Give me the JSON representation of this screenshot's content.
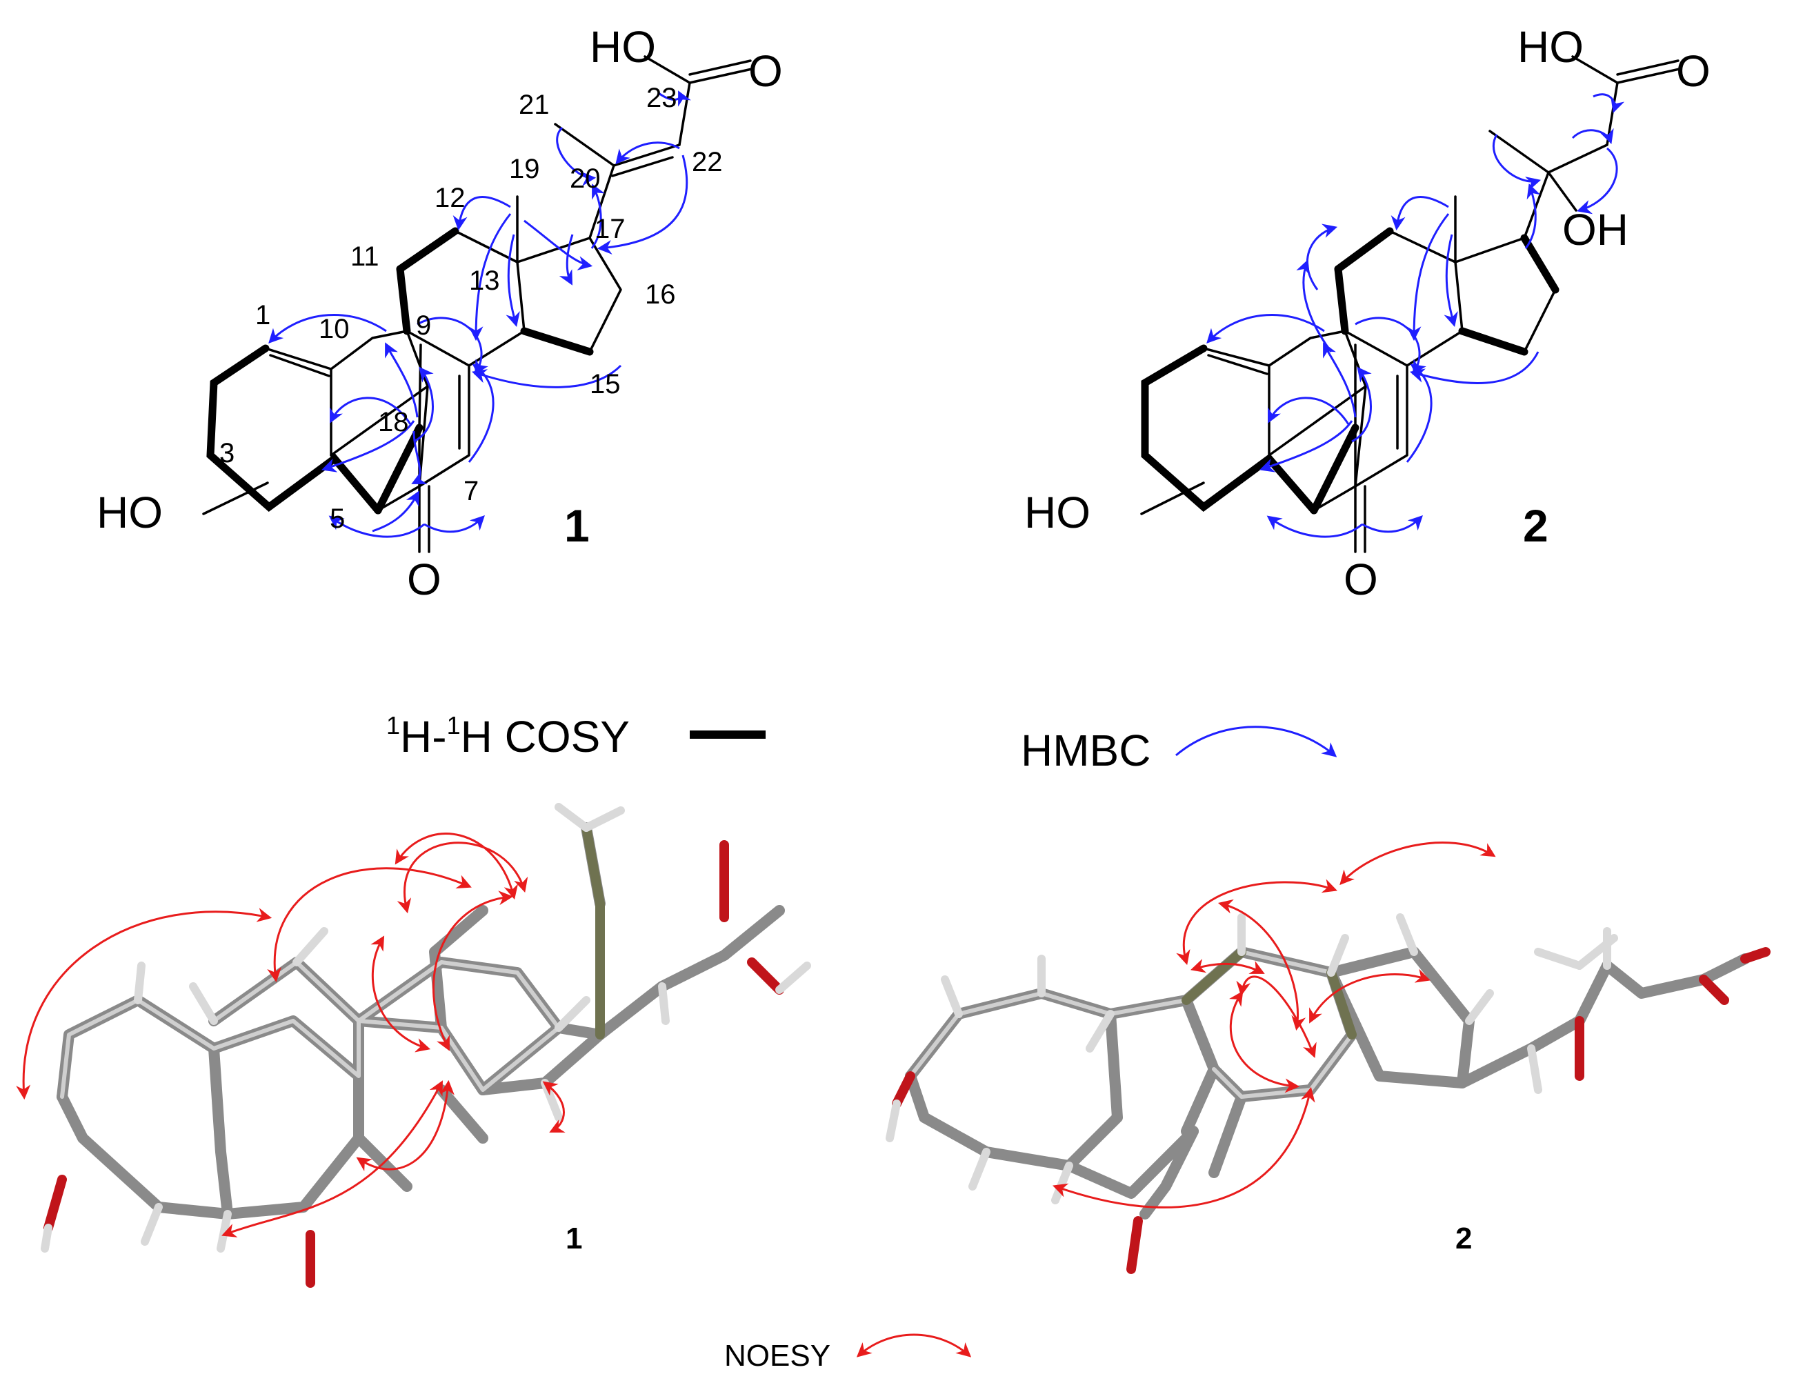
{
  "compound_1": {
    "label": "1",
    "atom_labels": {
      "acid_oh": "HO",
      "acid_o": "O",
      "hydroxyl": "HO",
      "ketone_o": "O"
    },
    "position_numbers": [
      "1",
      "3",
      "5",
      "7",
      "9",
      "10",
      "11",
      "12",
      "13",
      "15",
      "16",
      "17",
      "18",
      "19",
      "20",
      "21",
      "22",
      "23"
    ]
  },
  "compound_2": {
    "label": "2",
    "atom_labels": {
      "acid_oh": "HO",
      "acid_o": "O",
      "side_oh": "OH",
      "hydroxyl": "HO",
      "ketone_o": "O"
    }
  },
  "legend": {
    "cosy_pre": "H-",
    "cosy_sup1": "1",
    "cosy_sup2": "1",
    "cosy_post": "H COSY",
    "hmbc": "HMBC",
    "noesy": "NOESY"
  },
  "model_labels": {
    "model_1": "1",
    "model_2": "2"
  },
  "colors": {
    "hmbc": "#1f1fff",
    "noesy": "#e81c1c",
    "bond": "#000000",
    "carbon_stick": "#8a8a8a",
    "oxygen_stick": "#c0141a",
    "hydrogen_stick": "#d9d9d9"
  }
}
